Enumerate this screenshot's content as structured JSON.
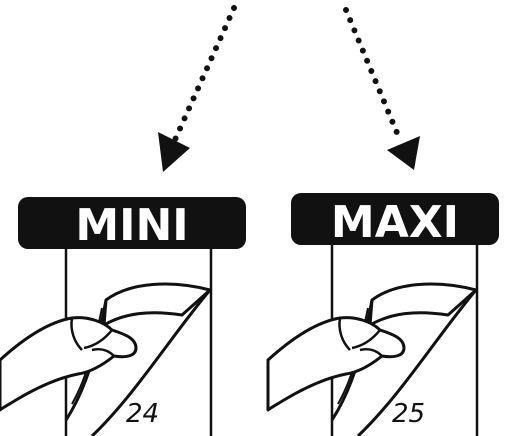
{
  "labels": {
    "left": "MINI",
    "right": "MAXI"
  },
  "page_numbers": {
    "left": "24",
    "right": "25"
  },
  "icons": {
    "arrow": "dotted-arrow-icon",
    "hand": "hand-turning-page-icon"
  },
  "colors": {
    "ink": "#111111",
    "background": "#ffffff",
    "label_text": "#ffffff"
  }
}
